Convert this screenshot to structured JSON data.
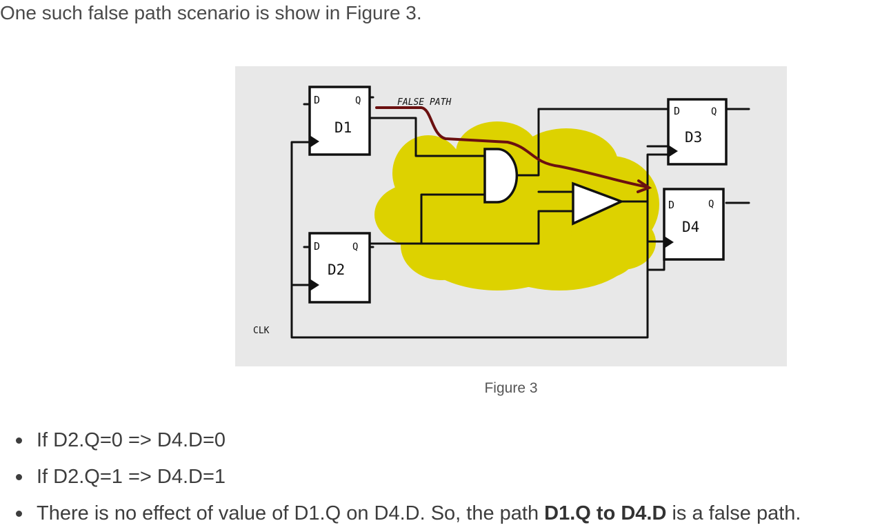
{
  "intro": "One such false path scenario is show in Figure 3.",
  "figure": {
    "labels": {
      "false_path": "FALSE PATH",
      "clk": "CLK",
      "d1": "D1",
      "d2": "D2",
      "d3": "D3",
      "d4": "D4",
      "pin_d": "D",
      "pin_q": "Q"
    },
    "colors": {
      "cloud": "#ddd200",
      "false_path_arrow": "#6b1010",
      "background": "#e8e8e8"
    },
    "caption": "Figure 3"
  },
  "bullets": [
    {
      "text": "If D2.Q=0 => D4.D=0"
    },
    {
      "text": "If D2.Q=1 => D4.D=1"
    },
    {
      "pre": "There is no effect of value of D1.Q on D4.D. So, the path ",
      "bold": "D1.Q to D4.D",
      "post": " is a false path."
    }
  ]
}
